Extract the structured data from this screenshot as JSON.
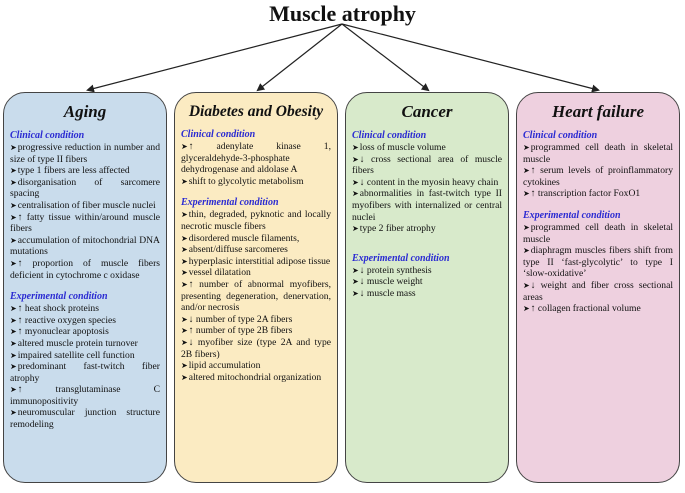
{
  "title": "Muscle atrophy",
  "boxes": [
    {
      "name": "Aging",
      "clinical_label": "Clinical condition",
      "clinical": [
        "progressive reduction in number and size of type II fibers",
        "type 1 fibers are less affected",
        "disorganisation of sarcomere spacing",
        "centralisation of fiber muscle nuclei",
        "↑ fatty tissue within/around muscle fibers",
        "accumulation of mitochondrial DNA mutations",
        "↑ proportion of muscle fibers deficient in cytochrome c oxidase"
      ],
      "experimental_label": "Experimental condition",
      "experimental": [
        "↑ heat shock proteins",
        "↑ reactive oxygen species",
        "↑ myonuclear apoptosis",
        "altered muscle protein turnover",
        "impaired satellite cell function",
        "predominant fast-twitch fiber atrophy",
        "↑ transglutaminase C immunopositivity",
        "neuromuscular junction structure remodeling"
      ]
    },
    {
      "name": "Diabetes and Obesity",
      "clinical_label": "Clinical condition",
      "clinical": [
        "↑ adenylate kinase 1, glyceraldehyde-3-phosphate dehydrogenase and aldolase A",
        "shift to glycolytic metabolism"
      ],
      "experimental_label": "Experimental condition",
      "experimental": [
        "thin, degraded, pyknotic and locally necrotic muscle fibers",
        "disordered muscle filaments,",
        "absent/diffuse sarcomeres",
        "hyperplasic interstitial adipose tissue",
        "vessel dilatation",
        "↑ number of abnormal myofibers, presenting degeneration, denervation, and/or necrosis",
        "↓ number of type 2A fibers",
        "↑ number of type 2B fibers",
        "↓ myofiber size (type 2A and type 2B fibers)",
        "lipid accumulation",
        "altered mitochondrial organization"
      ]
    },
    {
      "name": "Cancer",
      "clinical_label": "Clinical condition",
      "clinical": [
        "loss of muscle volume",
        "↓ cross sectional area of muscle fibers",
        "↓ content in the myosin heavy chain",
        "abnormalities in fast-twitch type II myofibers with internalized or central nuclei",
        "type 2 fiber atrophy"
      ],
      "experimental_label": "Experimental condition",
      "experimental": [
        "↓ protein synthesis",
        "↓ muscle weight",
        "↓ muscle mass"
      ]
    },
    {
      "name": "Heart failure",
      "clinical_label": "Clinical condition",
      "clinical": [
        "programmed cell death in skeletal muscle",
        "↑ serum levels of proinflammatory cytokines",
        "↑ transcription factor FoxO1"
      ],
      "experimental_label": "Experimental condition",
      "experimental": [
        "programmed cell death in skeletal muscle",
        "diaphragm muscles fibers shift from type II ‘fast-glycolytic’ to type I ‘slow-oxidative’",
        "↓ weight and fiber cross sectional areas",
        "↑ collagen fractional volume"
      ]
    }
  ]
}
